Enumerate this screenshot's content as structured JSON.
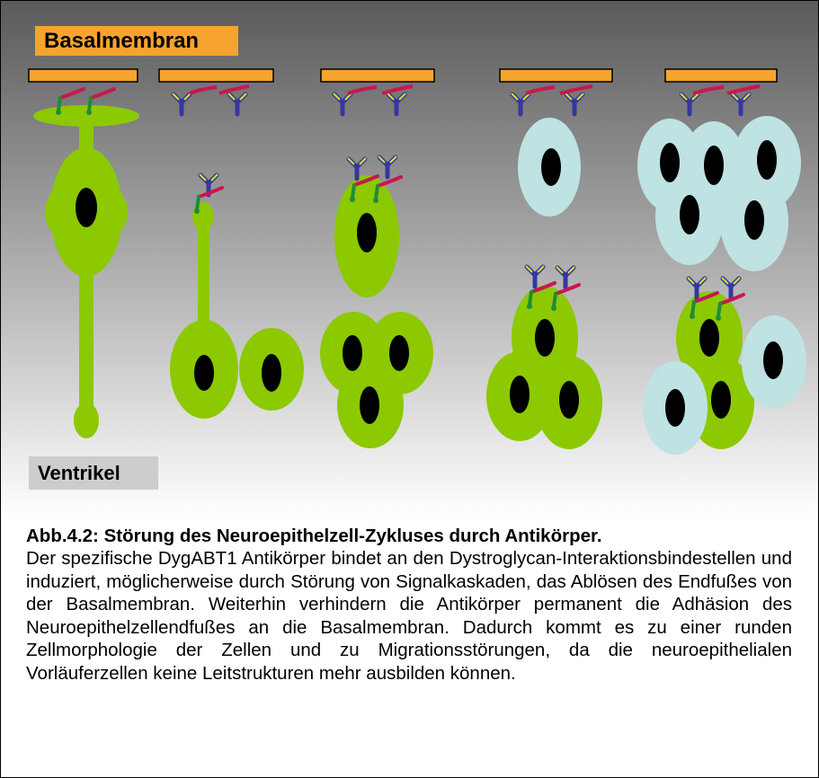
{
  "labels": {
    "basalmembran": "Basalmembran",
    "ventrikel": "Ventrikel"
  },
  "caption": {
    "title": "Abb.4.2: Störung des Neuroepithelzell-Zykluses durch Antikörper.",
    "body": "Der spezifische DygABT1 Antikörper bindet an den Dystroglycan-Interaktionsbindestellen und induziert, möglicherweise durch Störung von Signalkaskaden, das Ablösen des Endfußes von der Basalmembran. Weiterhin verhindern die Antikörper permanent die Adhäsion des Neuroepithelzellendfußes an die Basalmembran. Dadurch kommt es zu einer runden Zellmorphologie der Zellen und zu Migrationsstörungen, da die neuroepithelialen Vorläuferzellen keine Leitstrukturen mehr ausbilden können."
  },
  "colors": {
    "membrane": "#f7a32f",
    "neuroepithelial_cell": "#8cc900",
    "round_cell": "#bfe2e3",
    "nucleus": "#000000",
    "antibody_arm": "#35389f",
    "antibody_tip": "#d7e227",
    "receptor": "#c8174f",
    "anchor": "#1e8c3a",
    "background_top": "#585858",
    "background_bottom": "#ffffff"
  }
}
